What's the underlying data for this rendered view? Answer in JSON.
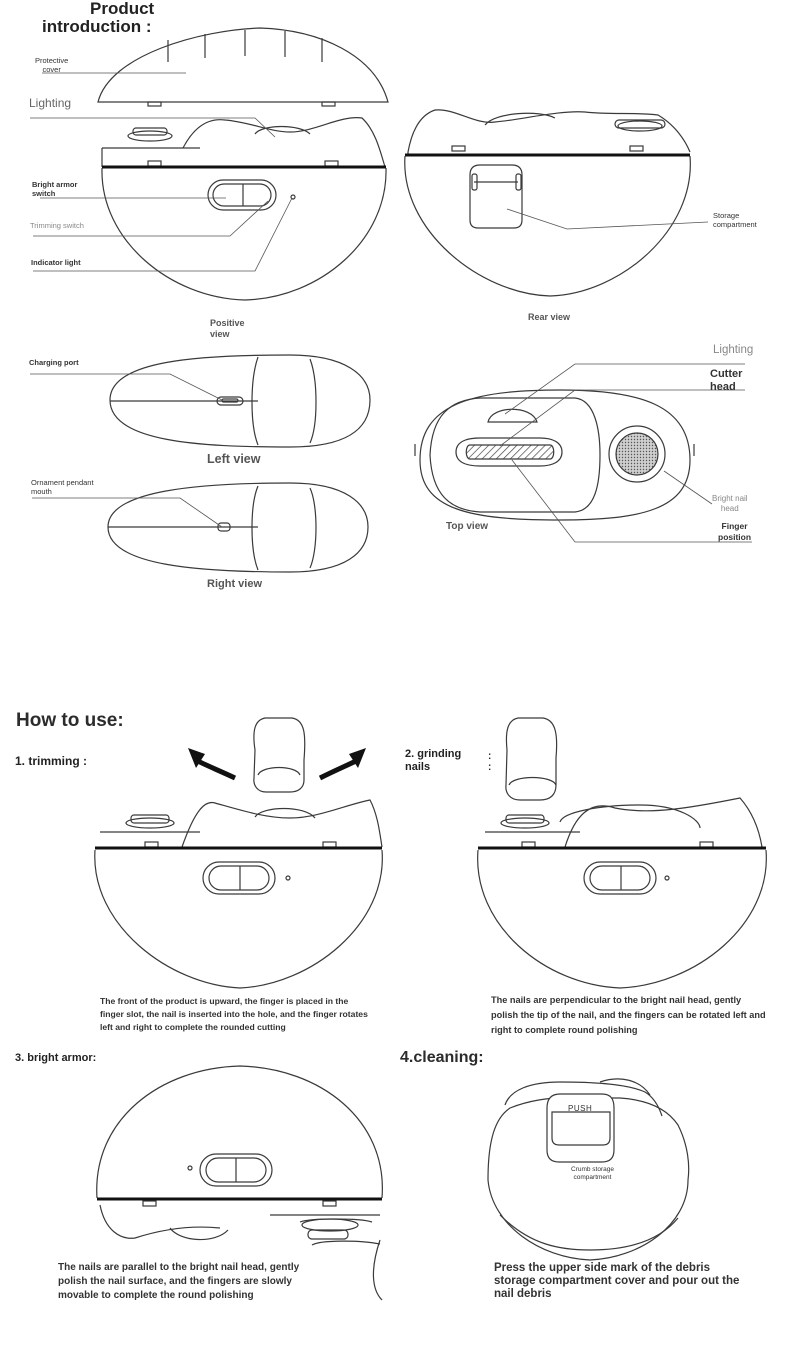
{
  "title": [
    "Product",
    "introduction :"
  ],
  "intro_labels": {
    "protective_cover": [
      "Protective",
      "cover"
    ],
    "lighting_top": "Lighting",
    "bright_armor_switch": [
      "Bright armor",
      "switch"
    ],
    "trimming_switch": "Trimming switch",
    "indicator_light": "Indicator light",
    "positive_view": [
      "Positive",
      "view"
    ],
    "rear_view": "Rear view",
    "storage_compartment": [
      "Storage",
      "compartment"
    ],
    "charging_port": "Charging port",
    "left_view": "Left view",
    "ornament_pendant_mouth": [
      "Ornament pendant",
      "mouth"
    ],
    "right_view": "Right view",
    "lighting_right": "Lighting",
    "cutter_head": [
      "Cutter",
      "head"
    ],
    "bright_nail_head": [
      "Bright nail",
      "head"
    ],
    "top_view": "Top view",
    "finger_position": [
      "Finger",
      "position"
    ]
  },
  "how_to_use": {
    "heading": "How to use:",
    "steps": [
      {
        "title": "1. trimming :",
        "desc": "The front of the product is upward, the finger is placed in the finger slot, the nail is inserted into the hole, and the finger rotates left and right to complete the rounded cutting"
      },
      {
        "title": [
          "2. grinding",
          "nails"
        ],
        "colon": ":",
        "desc": "The nails are perpendicular to the bright nail head, gently polish the tip of the nail, and the fingers can be rotated left and right to complete round polishing"
      },
      {
        "title": "3. bright armor:",
        "desc": "The nails are parallel to the bright nail head, gently polish the nail surface, and the fingers are slowly movable to complete the round polishing"
      },
      {
        "title": "4.cleaning:",
        "push_label": "PUSH",
        "crumb_label": [
          "Crumb storage",
          "compartment"
        ],
        "desc": "Press the upper side mark of the debris storage compartment cover and pour out the nail debris"
      }
    ]
  },
  "colors": {
    "line": "#3a3a3a",
    "band": "#111111",
    "leader": "#555555"
  }
}
